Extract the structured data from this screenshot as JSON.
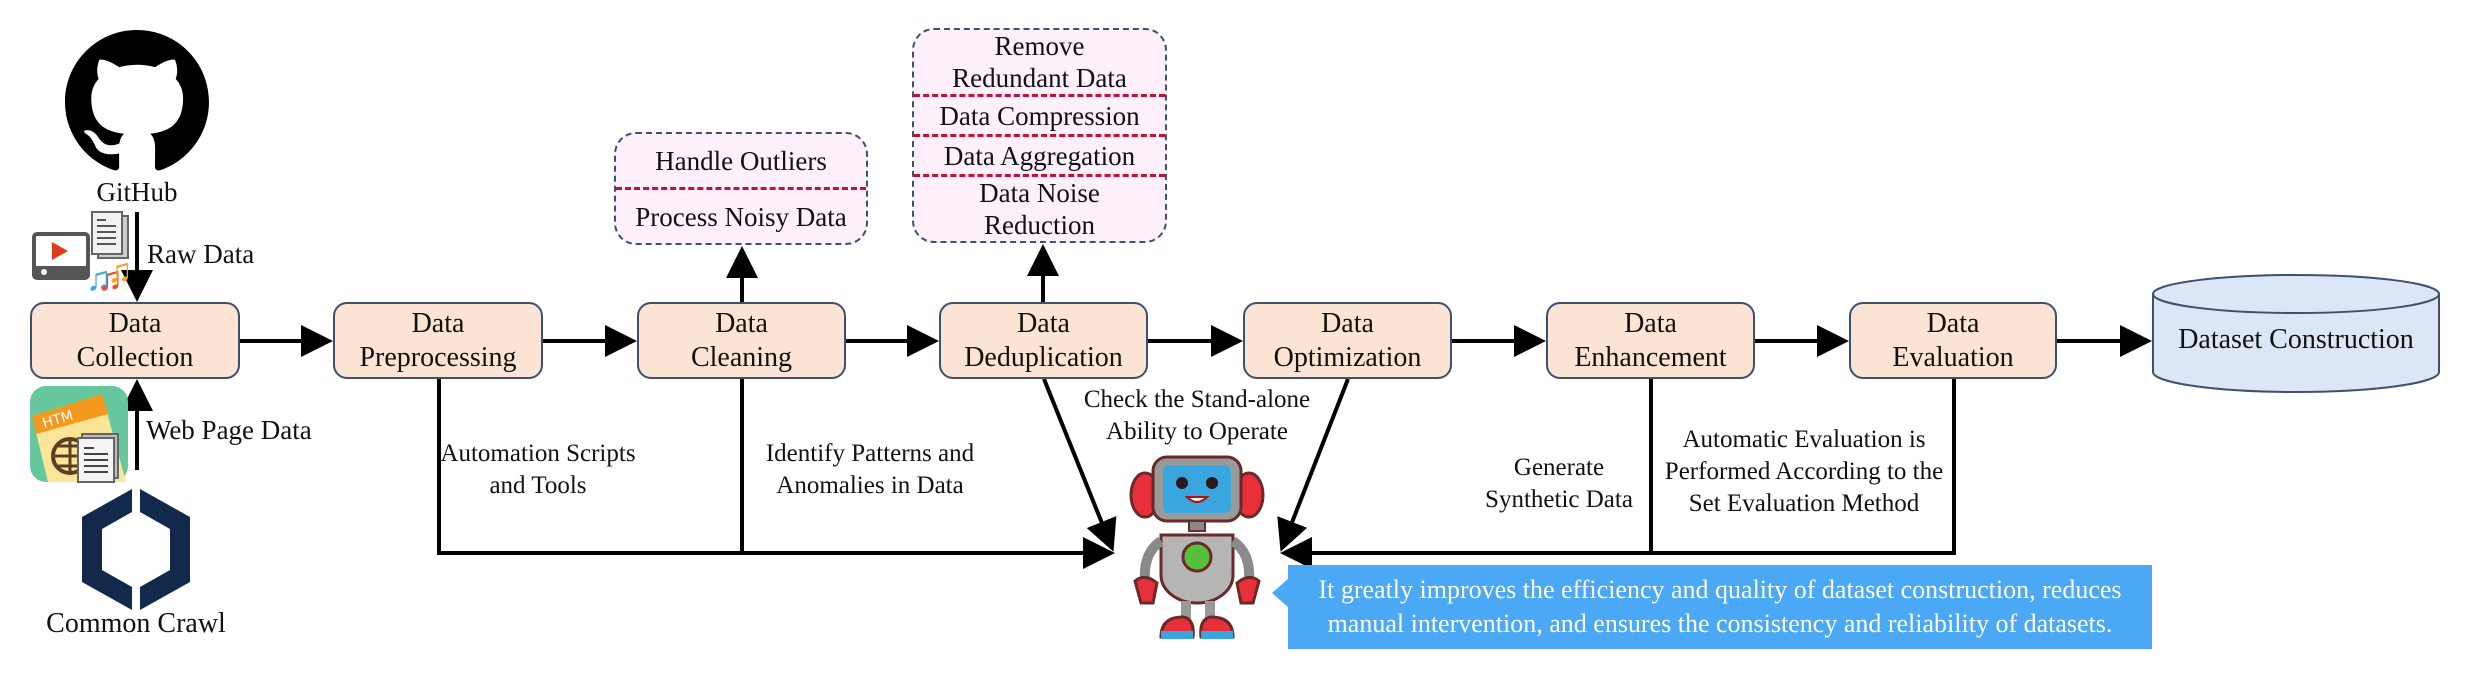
{
  "sources": {
    "github": {
      "label": "GitHub",
      "icon": "github-logo-icon"
    },
    "raw_data_label": "Raw Data",
    "raw_data_icons": [
      "video-player-icon",
      "document-stack-icon",
      "music-notes-icon"
    ],
    "web_page_label": "Web Page Data",
    "web_page_icon": "htm-web-page-icon",
    "common_crawl": {
      "label": "Common Crawl",
      "icon": "common-crawl-logo-icon"
    }
  },
  "pipeline": [
    {
      "id": "collection",
      "line1": "Data",
      "line2": "Collection"
    },
    {
      "id": "preprocessing",
      "line1": "Data",
      "line2": "Preprocessing"
    },
    {
      "id": "cleaning",
      "line1": "Data",
      "line2": "Cleaning"
    },
    {
      "id": "deduplication",
      "line1": "Data",
      "line2": "Deduplication"
    },
    {
      "id": "optimization",
      "line1": "Data",
      "line2": "Optimization"
    },
    {
      "id": "enhancement",
      "line1": "Data",
      "line2": "Enhancement"
    },
    {
      "id": "evaluation",
      "line1": "Data",
      "line2": "Evaluation"
    }
  ],
  "output": {
    "label": "Dataset Construction"
  },
  "cleaning_options": [
    "Handle Outliers",
    "Process Noisy Data"
  ],
  "dedup_options": [
    "Remove Redundant Data",
    "Data Compression",
    "Data Aggregation",
    "Data Noise Reduction"
  ],
  "annotations": {
    "preprocessing": "Automation Scripts and Tools",
    "cleaning": "Identify Patterns and Anomalies in Data",
    "dedup_optimization": "Check the Stand-alone Ability to Operate",
    "enhancement": "Generate Synthetic Data",
    "evaluation": "Automatic Evaluation is Performed According to the Set Evaluation Method"
  },
  "agent": {
    "icon": "robot-icon",
    "callout": "It greatly improves the efficiency and  quality of  dataset construction, reduces manual intervention, and ensures the consistency and  reliability of datasets."
  },
  "colors": {
    "stage_fill": "#fce4d4",
    "stage_border": "#3f4f6e",
    "option_fill": "#fdf0fb",
    "divider": "#c8102e",
    "cylinder_fill": "#dbe6f6",
    "callout_fill": "#4aa8f4"
  }
}
